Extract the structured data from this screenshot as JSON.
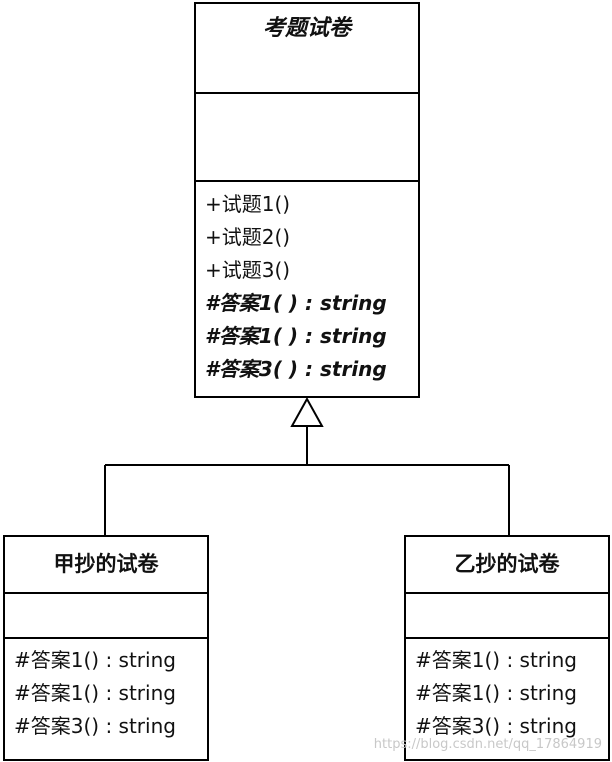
{
  "parent": {
    "name": "考题试卷",
    "operations": [
      {
        "text": "+试题1()"
      },
      {
        "text": "+试题2()"
      },
      {
        "text": "+试题3()"
      },
      {
        "text": "#答案1( ) : string"
      },
      {
        "text": "#答案1( ) : string"
      },
      {
        "text": "#答案3( ) : string"
      }
    ]
  },
  "child_a": {
    "name": "甲抄的试卷",
    "operations": [
      {
        "text": "#答案1() : string"
      },
      {
        "text": "#答案1() : string"
      },
      {
        "text": "#答案3() : string"
      }
    ]
  },
  "child_b": {
    "name": "乙抄的试卷",
    "operations": [
      {
        "text": "#答案1() : string"
      },
      {
        "text": "#答案1() : string"
      },
      {
        "text": "#答案3() : string"
      }
    ]
  },
  "watermark": "https://blog.csdn.net/qq_17864919"
}
